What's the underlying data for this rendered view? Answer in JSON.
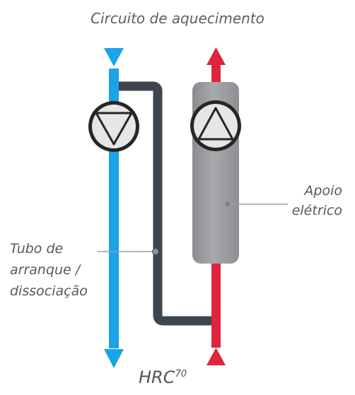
{
  "diagram": {
    "title": "Circuito de aquecimento",
    "labels": {
      "electric_backup_line1": "Apoio",
      "electric_backup_line2": "elétrico",
      "tube_line1": "Tubo de",
      "tube_line2": "arranque /",
      "tube_line3": "dissociação"
    },
    "model": {
      "name": "HRC",
      "superscript": "70"
    },
    "colors": {
      "cold_pipe": "#1ba3e8",
      "hot_pipe": "#e0243c",
      "bypass_tube": "#3d464f",
      "heater_body": "#9ea0a3",
      "pump_ring": "#262626",
      "pump_face": "#e6e6e6",
      "leader_line": "#9aa0a6"
    }
  }
}
